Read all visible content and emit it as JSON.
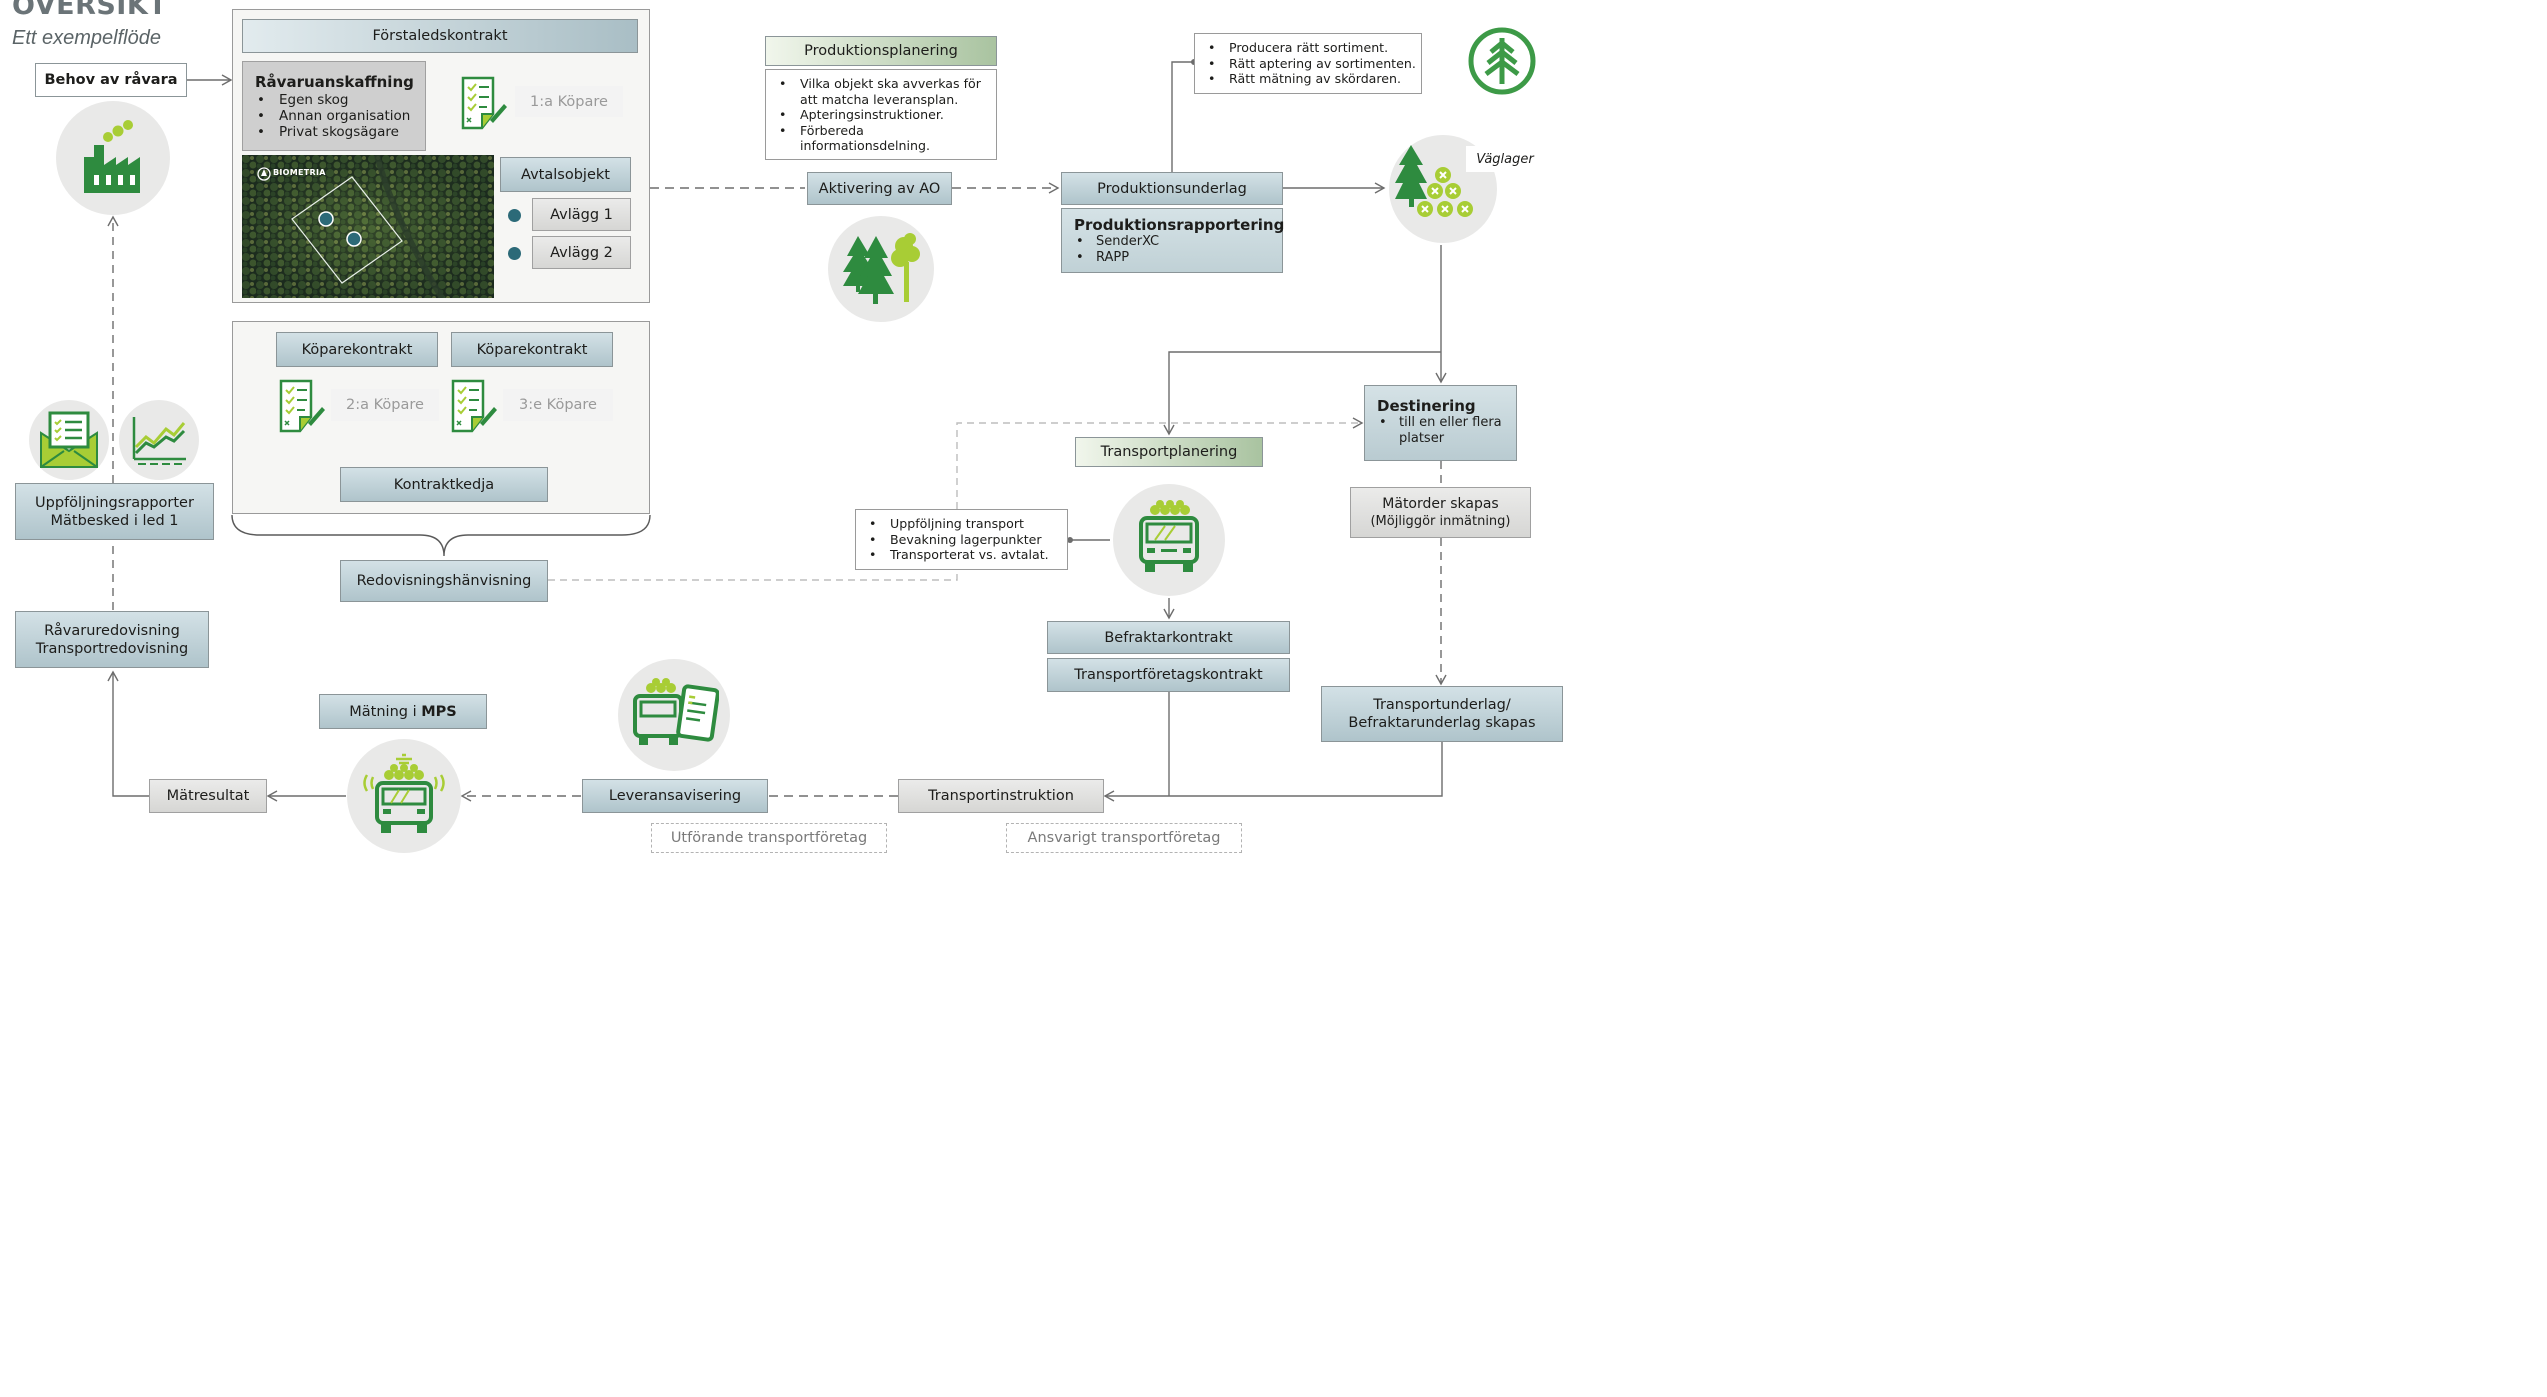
{
  "header": {
    "title": "OVERSIKT",
    "subtitle": "Ett exempelflöde"
  },
  "colors": {
    "green_brand": "#3d9a47",
    "light_green": "#a8cd35",
    "node_blue": "#b7cad0",
    "node_green": "#b7cfae",
    "teal_dot": "#2c6a78"
  },
  "start": {
    "label": "Behov av råvara"
  },
  "forsta": {
    "title": "Förstaledskontrakt",
    "ravara": {
      "title": "Råvaruanskaffning",
      "items": [
        "Egen skog",
        "Annan organisation",
        "Privat skogsägare"
      ]
    },
    "buyer1": "1:a Köpare",
    "photo_logo": "BIOMETRIA",
    "avtalsobjekt": "Avtalsobjekt",
    "avlagg1": "Avlägg 1",
    "avlagg2": "Avlägg 2"
  },
  "kopare": {
    "contract1": "Köparekontrakt",
    "contract2": "Köparekontrakt",
    "buyer2": "2:a Köpare",
    "buyer3": "3:e Köpare",
    "chain": "Kontraktkedja"
  },
  "redovisningshanvisning": "Redovisningshänvisning",
  "produktionsplanering": {
    "title": "Produktionsplanering",
    "items": [
      "Vilka objekt ska avverkas för att matcha leveransplan.",
      "Apteringsinstruktioner.",
      "Förbereda informationsdelning."
    ]
  },
  "aktivering": "Aktivering av AO",
  "produktionsunderlag": {
    "title": "Produktionsunderlag",
    "notes": [
      "Producera rätt sortiment.",
      "Rätt aptering av sortimenten.",
      "Rätt mätning av skördaren."
    ]
  },
  "produktionsrapportering": {
    "title": "Produktionsrapportering",
    "items": [
      "SenderXC",
      "RAPP"
    ]
  },
  "vaglager": "Väglager",
  "destinering": {
    "title": "Destinering",
    "items": [
      "till en eller flera platser"
    ]
  },
  "matorder": {
    "line1": "Mätorder skapas",
    "line2": "(Möjliggör inmätning)"
  },
  "transportunderlag": {
    "line1": "Transportunderlag/",
    "line2": "Befraktarunderlag skapas"
  },
  "transportplanering": {
    "title": "Transportplanering",
    "notes": [
      "Uppföljning transport",
      "Bevakning lagerpunkter",
      "Transporterat vs. avtalat."
    ]
  },
  "befraktarkontrakt": "Befraktarkontrakt",
  "transportforetagskontrakt": "Transportföretagskontrakt",
  "transportinstruktion": "Transportinstruktion",
  "ansvarigt": "Ansvarigt transportföretag",
  "leveransavisering": "Leveransavisering",
  "utforande": "Utförande transportföretag",
  "matning": {
    "prefix": "Mätning i ",
    "bold": "MPS"
  },
  "matresultat": "Mätresultat",
  "ravaruredovisning": {
    "line1": "Råvaruredovisning",
    "line2": "Transportredovisning"
  },
  "uppfoljning": {
    "line1": "Uppföljningsrapporter",
    "line2": "Mätbesked i led 1"
  }
}
